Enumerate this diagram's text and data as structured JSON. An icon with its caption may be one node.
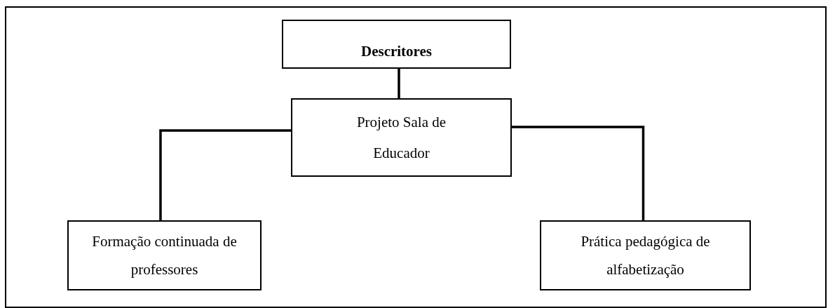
{
  "diagram": {
    "nodes": [
      {
        "text": [
          "Descritores"
        ]
      },
      {
        "text": [
          "Projeto Sala de Educador"
        ]
      },
      {
        "text": [
          "Formação continuada de professores"
        ]
      },
      {
        "text": [
          "Prática pedagógica de alfabetização"
        ]
      }
    ],
    "edges": [
      {
        "from": 0,
        "to": 1,
        "arrow": "none"
      },
      {
        "from": 1,
        "to": 2,
        "arrow": "none"
      },
      {
        "from": 1,
        "to": 3,
        "arrow": "none"
      }
    ]
  }
}
